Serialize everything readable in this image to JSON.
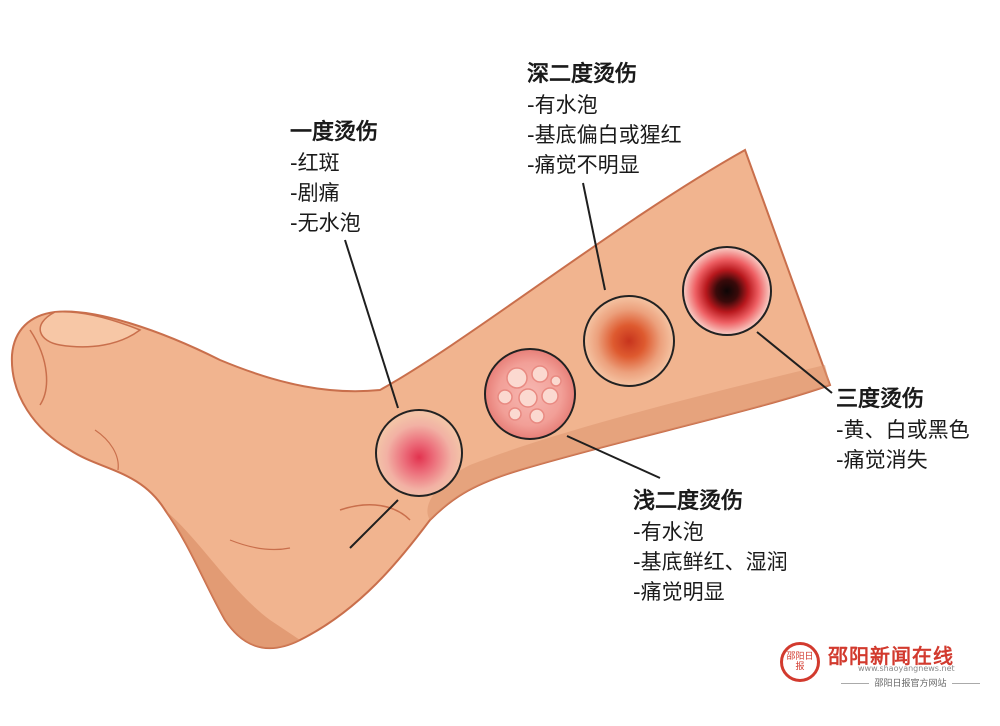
{
  "labels": {
    "first": {
      "title": "一度烫伤",
      "items": [
        "-红斑",
        "-剧痛",
        "-无水泡"
      ]
    },
    "deep": {
      "title": "深二度烫伤",
      "items": [
        "-有水泡",
        "-基底偏白或猩红",
        "-痛觉不明显"
      ]
    },
    "third": {
      "title": "三度烫伤",
      "items": [
        "-黄、白或黑色",
        "-痛觉消失"
      ]
    },
    "shallow": {
      "title": "浅二度烫伤",
      "items": [
        "-有水泡",
        "-基底鲜红、湿润",
        "-痛觉明显"
      ]
    }
  },
  "watermark": {
    "logo_text": "邵阳日报",
    "name": "邵阳新闻在线",
    "url": "www.shaoyangnews.net",
    "subtitle": "邵阳日报官方网站"
  },
  "colors": {
    "skin": "#f1b48f",
    "skin_shadow": "#d98a63",
    "outline": "#c96f4c",
    "leader_line": "#1f1f1f",
    "brand_red": "#d23a2e"
  }
}
